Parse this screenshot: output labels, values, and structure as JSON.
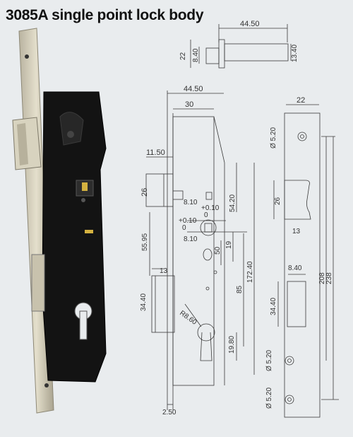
{
  "title": "3085A single point lock body",
  "dims": {
    "top_width": "44.50",
    "top_left_a": "22",
    "top_left_b": "8.40",
    "top_right": "13.40",
    "front_width": "44.50",
    "front_backset": "30",
    "latch_proj": "11.50",
    "latch_h": "26",
    "follower_x": "8.10",
    "follower_tol_plus": "+0.10",
    "follower_tol_zero": "0",
    "follower_tol2_plus": "+0.10",
    "follower_tol2_zero": "0",
    "follower_y": "8.10",
    "upper_span": "54.20",
    "span_5595": "55.95",
    "slot_19": "19",
    "slot_50": "50",
    "center_17240": "172.40",
    "deadbolt_w": "13",
    "deadbolt_h": "34.40",
    "span_85": "85",
    "radius": "R8.60",
    "cyl_1980": "19.80",
    "bottom_thick": "2.50",
    "fp_width": "22",
    "hole_top": "Ø 5.20",
    "latch_hole_h": "26",
    "latch_hole_w": "13",
    "bolt_hole_w": "8.40",
    "bolt_hole_h": "34.40",
    "hole_mid": "Ø 5.20",
    "hole_bot": "Ø 5.20",
    "fp_208": "208",
    "fp_238": "238"
  }
}
